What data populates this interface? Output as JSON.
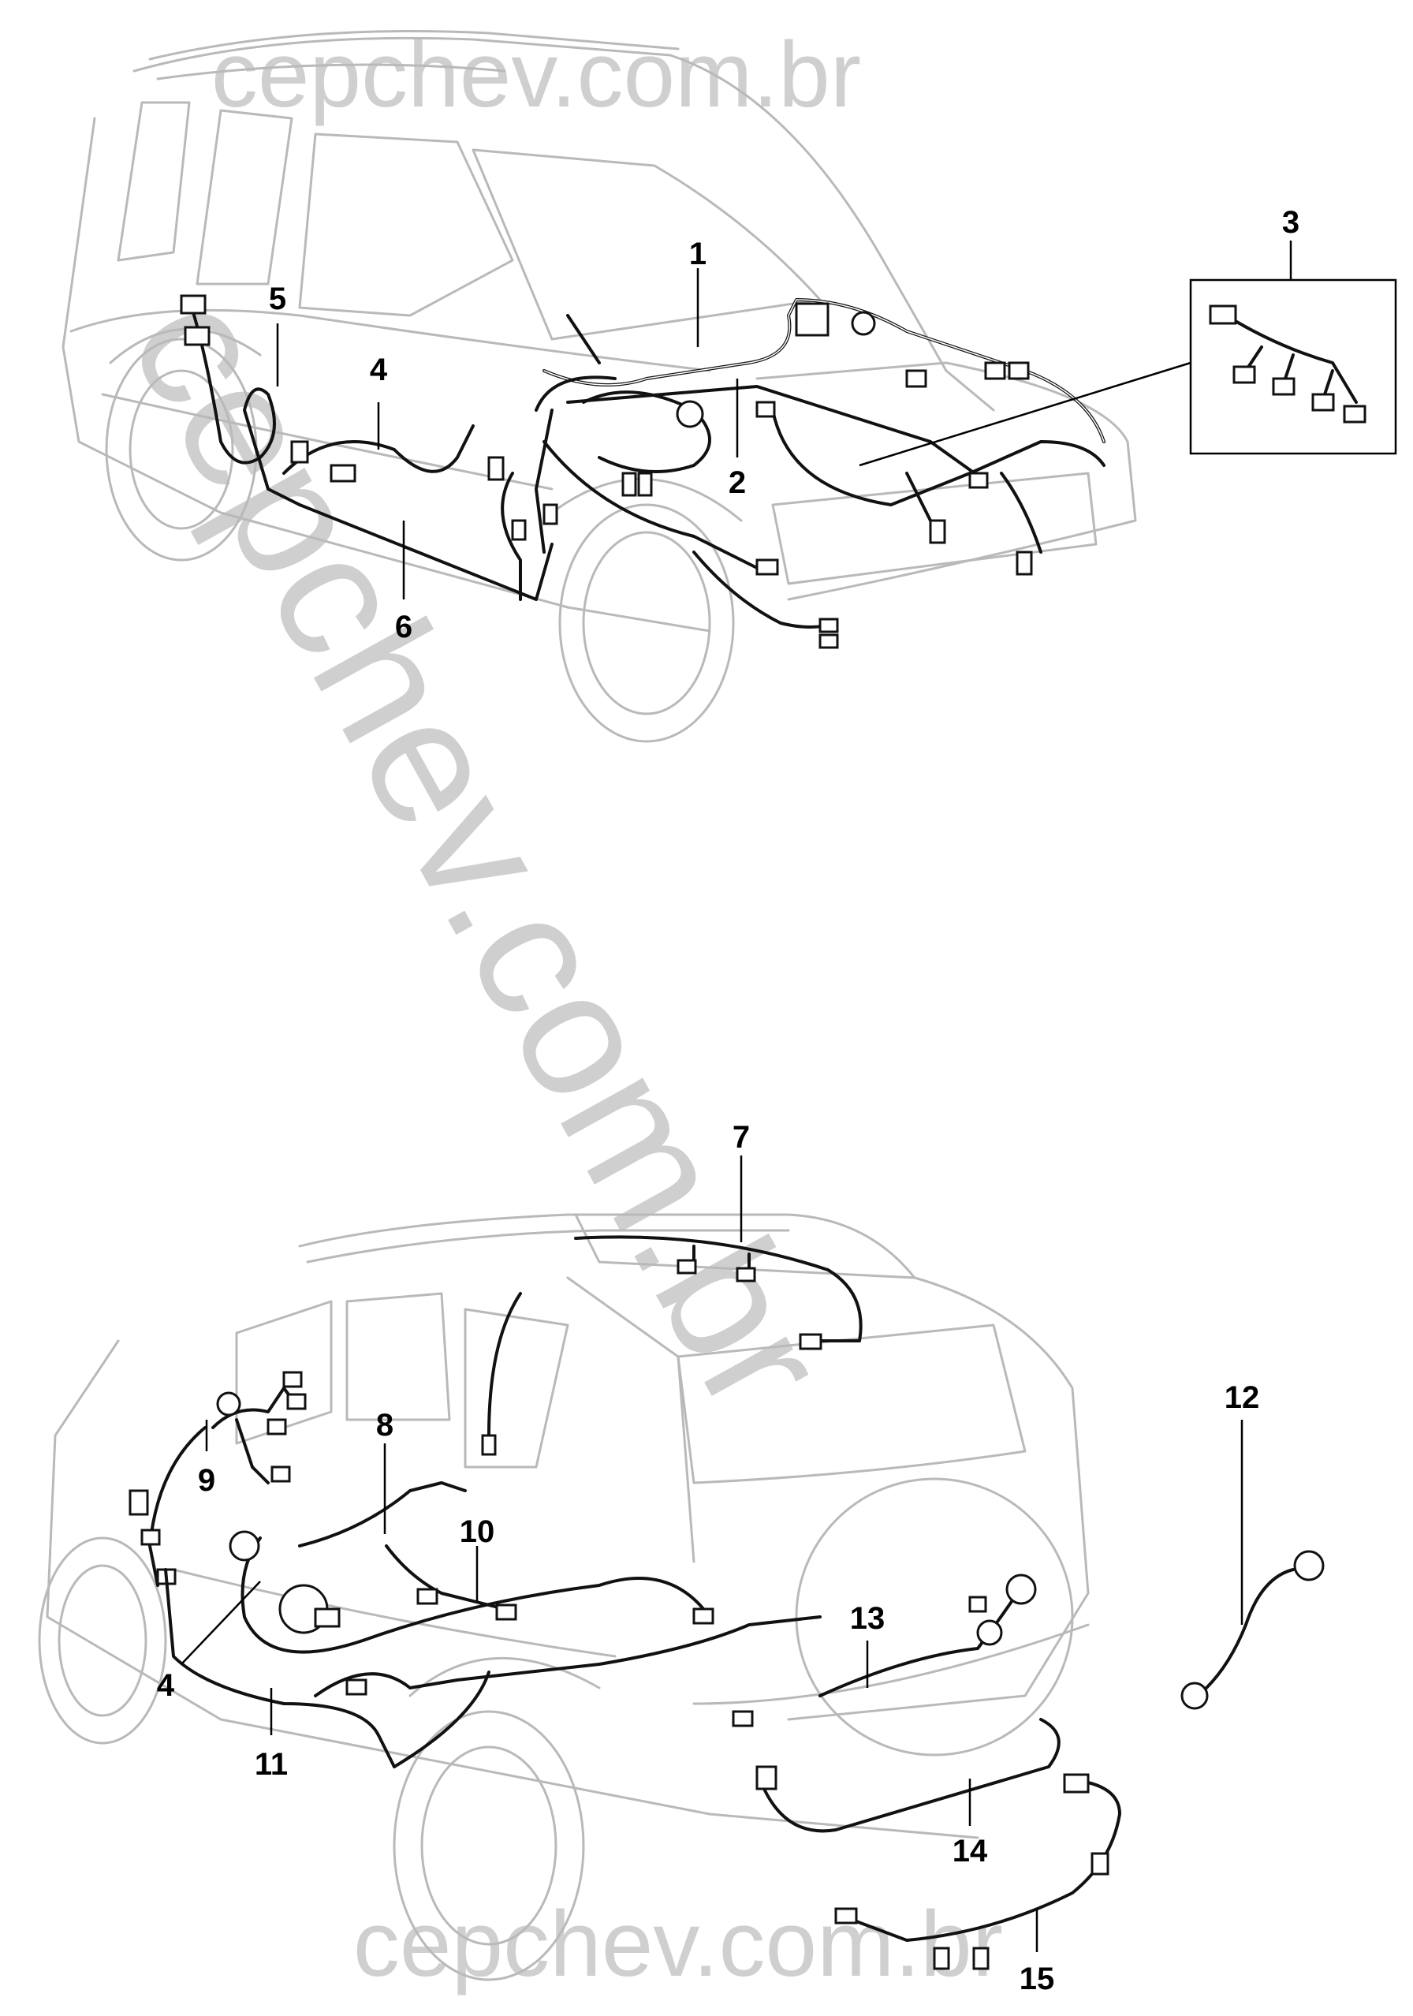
{
  "watermark": {
    "top": "cepchev.com.br",
    "bottom": "cepchev.com.br",
    "diagonal": "cepchev.com.br"
  },
  "diagram": {
    "callouts": [
      {
        "id": "1",
        "label": "1"
      },
      {
        "id": "2",
        "label": "2"
      },
      {
        "id": "3",
        "label": "3"
      },
      {
        "id": "4-top",
        "label": "4"
      },
      {
        "id": "5",
        "label": "5"
      },
      {
        "id": "6",
        "label": "6"
      },
      {
        "id": "7",
        "label": "7"
      },
      {
        "id": "8",
        "label": "8"
      },
      {
        "id": "9",
        "label": "9"
      },
      {
        "id": "10",
        "label": "10"
      },
      {
        "id": "4-bottom",
        "label": "4"
      },
      {
        "id": "11",
        "label": "11"
      },
      {
        "id": "12",
        "label": "12"
      },
      {
        "id": "13",
        "label": "13"
      },
      {
        "id": "14",
        "label": "14"
      },
      {
        "id": "15",
        "label": "15"
      }
    ]
  },
  "colors": {
    "line_art": "#b9b9b9",
    "harness": "#111111",
    "watermark": "#cfcfcf",
    "callout": "#000000"
  }
}
